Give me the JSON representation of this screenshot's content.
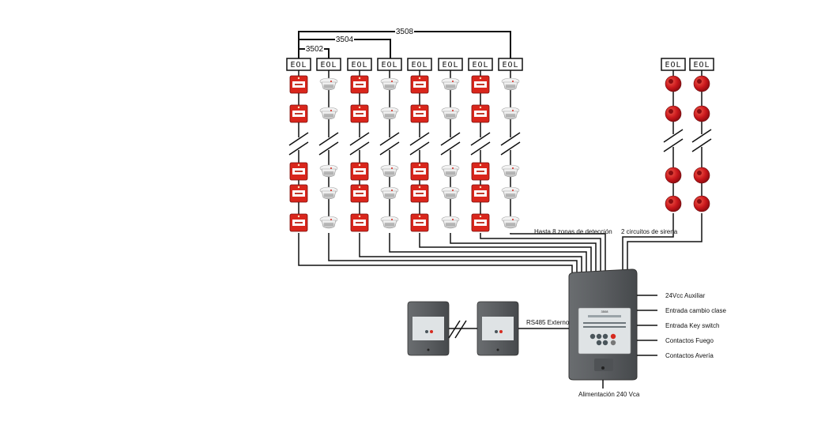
{
  "buses": {
    "bus_3508": "3508",
    "bus_3504": "3504",
    "bus_3502": "3502"
  },
  "eol_label": "EOL",
  "labels": {
    "detection_zones": "Hasta 8 zonas de detección",
    "siren_circuits": "2 circuitos de sirena",
    "rs485": "RS485 Externo",
    "power": "Alimentación 240 Vca",
    "outputs": [
      "24Vcc Auxiliar",
      "Entrada cambio clase",
      "Entrada Key switch",
      "Contactos Fuego",
      "Contactos Avería"
    ]
  },
  "zones": [
    "call-point",
    "smoke-detector",
    "call-point",
    "smoke-detector",
    "call-point",
    "smoke-detector",
    "call-point",
    "smoke-detector"
  ],
  "colors": {
    "call_point": "#d9261c",
    "sounder": "#c8161b",
    "panel": "#55585b",
    "detector": "#e4e4e4",
    "wire": "#111111"
  }
}
